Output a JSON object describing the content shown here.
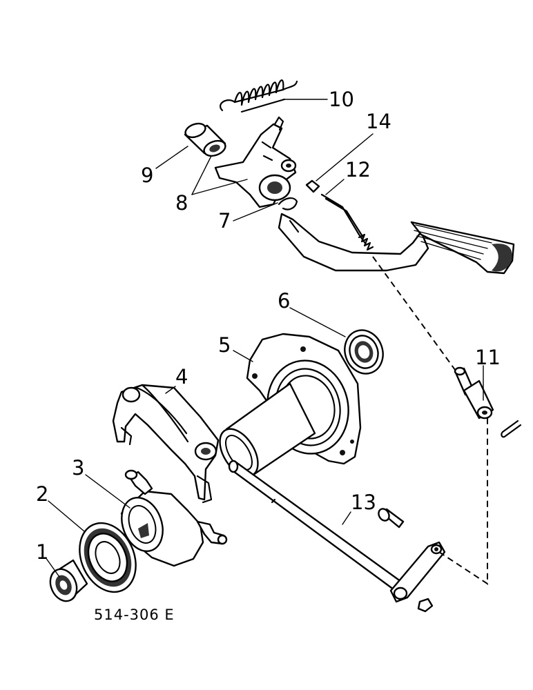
{
  "figure_ref": "514-306 E",
  "callouts": {
    "c1": "1",
    "c2": "2",
    "c3": "3",
    "c4": "4",
    "c5": "5",
    "c6": "6",
    "c7": "7",
    "c8": "8",
    "c9": "9",
    "c10": "10",
    "c11": "11",
    "c12": "12",
    "c13": "13",
    "c14": "14"
  }
}
